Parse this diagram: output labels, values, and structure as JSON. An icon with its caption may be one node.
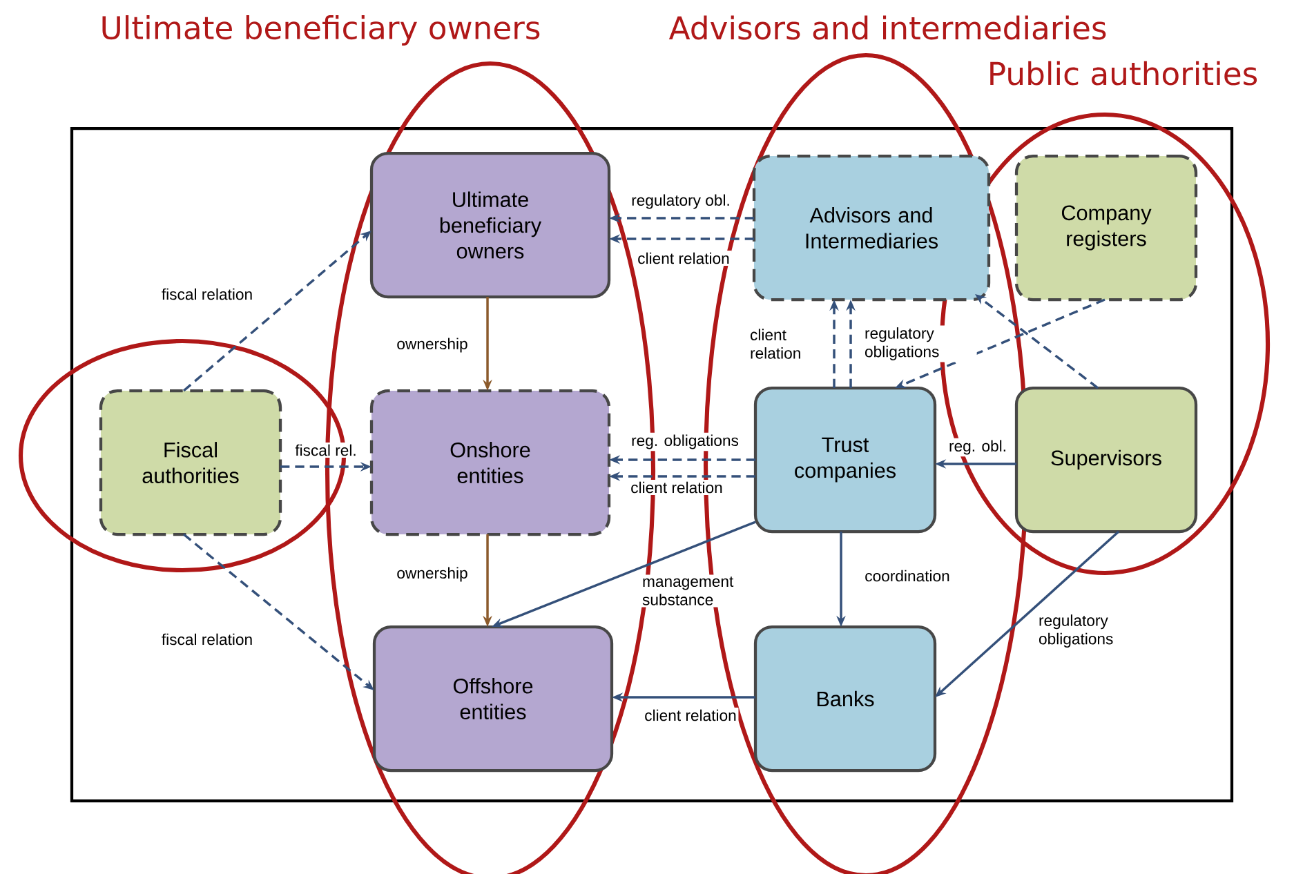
{
  "diagram": {
    "nodes": [
      {
        "text": [
          "Ultimate beneficiary owners"
        ]
      },
      {
        "text": [
          "Advisors and Intermediaries"
        ]
      },
      {
        "text": [
          "Company registers"
        ]
      },
      {
        "text": [
          "Fiscal authorities"
        ]
      },
      {
        "text": [
          "Onshore entities"
        ]
      },
      {
        "text": [
          "Trust companies"
        ]
      },
      {
        "text": [
          "Supervisors"
        ]
      },
      {
        "text": [
          "Offshore entities"
        ]
      },
      {
        "text": [
          "Banks"
        ]
      }
    ],
    "labels": [
      "Ultimate beneficiary owners",
      "Advisors and intermediaries",
      "Public authorities"
    ],
    "edges": [
      {
        "from": 1,
        "to": 0,
        "arrow": "to",
        "label": "regulatory obl.",
        "style": "dashed"
      },
      {
        "from": 1,
        "to": 0,
        "arrow": "to",
        "label": "client relation",
        "style": "dashed"
      },
      {
        "from": 3,
        "to": 0,
        "arrow": "to",
        "label": "fiscal relation",
        "style": "dashed"
      },
      {
        "from": 0,
        "to": 4,
        "arrow": "to",
        "label": "ownership",
        "color": "#8b5a2b"
      },
      {
        "from": 3,
        "to": 4,
        "arrow": "to",
        "label": "fiscal rel.",
        "style": "dashed"
      },
      {
        "from": 5,
        "to": 4,
        "arrow": "to",
        "label": "reg. obligations",
        "style": "dashed"
      },
      {
        "from": 5,
        "to": 4,
        "arrow": "to",
        "label": "client relation",
        "style": "dashed"
      },
      {
        "from": 5,
        "to": 1,
        "arrow": "to",
        "label": "client relation",
        "style": "dashed"
      },
      {
        "from": 5,
        "to": 1,
        "arrow": "to",
        "label": "regulatory obligations",
        "style": "dashed"
      },
      {
        "from": 2,
        "to": 5,
        "arrow": "to",
        "style": "dashed"
      },
      {
        "from": 6,
        "to": 1,
        "arrow": "to",
        "style": "dashed"
      },
      {
        "from": 6,
        "to": 5,
        "arrow": "to",
        "label": "reg. obl."
      },
      {
        "from": 4,
        "to": 7,
        "arrow": "to",
        "label": "ownership",
        "color": "#8b5a2b"
      },
      {
        "from": 5,
        "to": 7,
        "arrow": "to",
        "label": "management substance"
      },
      {
        "from": 3,
        "to": 7,
        "arrow": "to",
        "label": "fiscal relation",
        "style": "dashed"
      },
      {
        "from": 5,
        "to": 8,
        "arrow": "to",
        "label": "coordination"
      },
      {
        "from": 6,
        "to": 8,
        "arrow": "to",
        "label": "regulatory obligations"
      },
      {
        "from": 8,
        "to": 7,
        "arrow": "to",
        "label": "client relation"
      }
    ]
  }
}
